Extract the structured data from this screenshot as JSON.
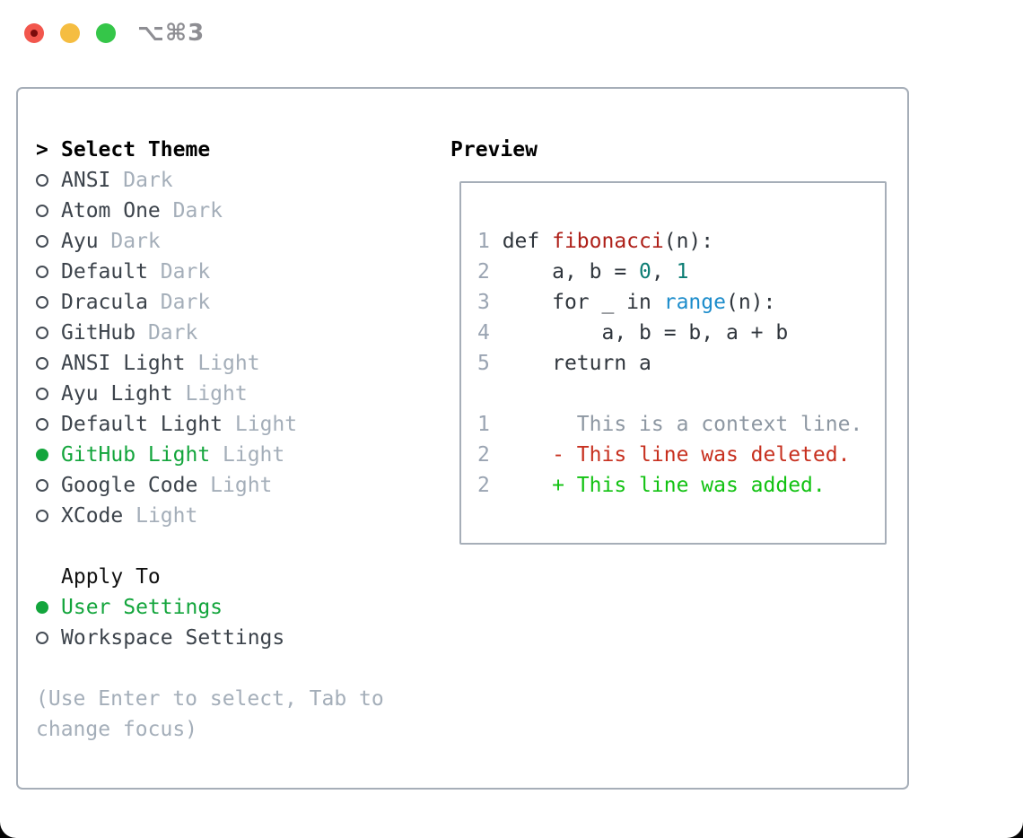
{
  "window": {
    "title": "⌥⌘3",
    "traffic_lights": [
      "close",
      "minimize",
      "zoom"
    ]
  },
  "theme_picker": {
    "prompt": ">",
    "title": "Select Theme",
    "items": [
      {
        "name": "ANSI",
        "variant": "Dark",
        "selected": false
      },
      {
        "name": "Atom One",
        "variant": "Dark",
        "selected": false
      },
      {
        "name": "Ayu",
        "variant": "Dark",
        "selected": false
      },
      {
        "name": "Default",
        "variant": "Dark",
        "selected": false
      },
      {
        "name": "Dracula",
        "variant": "Dark",
        "selected": false
      },
      {
        "name": "GitHub",
        "variant": "Dark",
        "selected": false
      },
      {
        "name": "ANSI Light",
        "variant": "Light",
        "selected": false
      },
      {
        "name": "Ayu Light",
        "variant": "Light",
        "selected": false
      },
      {
        "name": "Default Light",
        "variant": "Light",
        "selected": false
      },
      {
        "name": "GitHub Light",
        "variant": "Light",
        "selected": true
      },
      {
        "name": "Google Code",
        "variant": "Light",
        "selected": false
      },
      {
        "name": "XCode",
        "variant": "Light",
        "selected": false
      }
    ],
    "apply_to": {
      "title": "Apply To",
      "options": [
        {
          "label": "User Settings",
          "selected": true
        },
        {
          "label": "Workspace Settings",
          "selected": false
        }
      ]
    },
    "hint_lines": [
      "(Use Enter to select, Tab to",
      "change focus)"
    ]
  },
  "preview": {
    "title": "Preview",
    "code_lines": [
      {
        "num": "1",
        "segments": [
          {
            "text": "def ",
            "style": "code"
          },
          {
            "text": "fibonacci",
            "style": "function"
          },
          {
            "text": "(n):",
            "style": "code"
          }
        ]
      },
      {
        "num": "2",
        "segments": [
          {
            "text": "    a, b = ",
            "style": "code"
          },
          {
            "text": "0",
            "style": "number"
          },
          {
            "text": ", ",
            "style": "code"
          },
          {
            "text": "1",
            "style": "number"
          }
        ]
      },
      {
        "num": "3",
        "segments": [
          {
            "text": "    for _ in ",
            "style": "code"
          },
          {
            "text": "range",
            "style": "builtin"
          },
          {
            "text": "(n):",
            "style": "code"
          }
        ]
      },
      {
        "num": "4",
        "segments": [
          {
            "text": "        a, b = b, a + b",
            "style": "code"
          }
        ]
      },
      {
        "num": "5",
        "segments": [
          {
            "text": "    return a",
            "style": "code"
          }
        ]
      },
      {
        "num": "",
        "segments": []
      },
      {
        "num": "1",
        "segments": [
          {
            "text": "      This is a context line.",
            "style": "context"
          }
        ]
      },
      {
        "num": "2",
        "segments": [
          {
            "text": "    - This line was deleted.",
            "style": "deleted"
          }
        ]
      },
      {
        "num": "2",
        "segments": [
          {
            "text": "    + This line was added.",
            "style": "added"
          }
        ]
      }
    ]
  },
  "colors": {
    "accent_green": "#13a53c",
    "added_green": "#12c212",
    "deleted_red": "#c7301f",
    "function_red": "#ae2019",
    "builtin_blue": "#1c8ccb",
    "number_teal": "#0c7d74",
    "context_gray": "#8d97a2",
    "muted": "#a4aeb9",
    "dark_text": "#3c434b",
    "code_text": "#2f353c",
    "line_number": "#9aa4b2",
    "border": "#a6aeb8",
    "titlebar_text": "#8e8e93",
    "traffic_red": "#f2564d",
    "traffic_yellow": "#f5bd41",
    "traffic_green": "#35c649"
  }
}
